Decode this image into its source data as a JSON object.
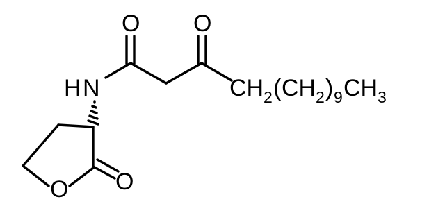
{
  "molecule": {
    "atoms": {
      "ketone_oxygen": "O",
      "amide_oxygen": "O",
      "amide_nitrogen_h": "H",
      "amide_nitrogen_n": "N",
      "ring_oxygen": "O",
      "lactone_carbonyl_oxygen": "O"
    },
    "chain": {
      "ch2_c": "CH",
      "ch2_sub": "2",
      "open_paren": "(",
      "inner_ch": "CH",
      "inner_sub": "2",
      "close_paren": ")",
      "repeat_sub": "9",
      "terminal": "CH",
      "terminal_sub": "3"
    }
  }
}
